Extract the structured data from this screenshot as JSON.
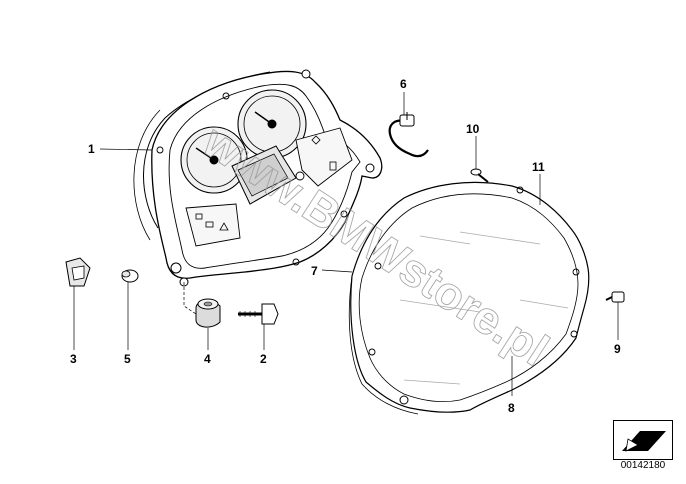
{
  "callouts": {
    "c1": "1",
    "c2": "2",
    "c3": "3",
    "c4": "4",
    "c5": "5",
    "c6": "6",
    "c7": "7",
    "c8": "8",
    "c9": "9",
    "c10": "10",
    "c11": "11"
  },
  "watermark": "www.BMWstore.pl",
  "reference_id": "00142180",
  "colors": {
    "line": "#000000",
    "gauge_fill": "#f2f2f2",
    "shade": "#dcdcdc",
    "background": "#ffffff"
  }
}
